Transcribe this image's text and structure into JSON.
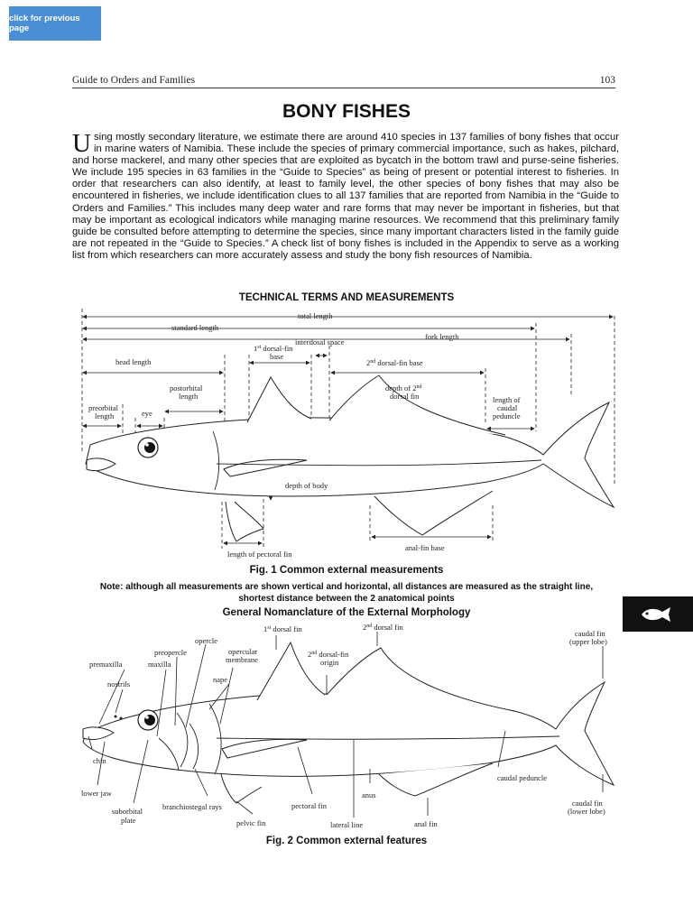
{
  "nav": {
    "previous_label": "click for previous page"
  },
  "running_head": {
    "title": "Guide to Orders and Families",
    "page_number": "103"
  },
  "title": "BONY FISHES",
  "intro": {
    "drop_cap": "U",
    "text": "sing mostly secondary literature, we estimate there are around 410 species in 137 families of bony fishes that occur in marine waters of Namibia. These include the species of primary commercial importance, such as hakes, pilchard, and horse mackerel, and many other species that are exploited as bycatch in the bottom trawl and purse-seine fisheries. We include 195 species in 63 families in the “Guide to Species” as being of present or potential interest to fisheries. In order that researchers can also identify, at least to family level, the other species of bony fishes that may also be encountered in fisheries, we include identification clues to all 137 families that are reported from Namibia in the “Guide to Orders and Families.” This includes many deep water and rare forms that may never be important in fisheries, but that may be important as ecological indicators while managing marine resources. We recommend that this preliminary family guide be consulted before attempting to determine the species, since many important characters listed in the family guide are not repeated in the “Guide to Species.” A check list of bony fishes is included in the Appendix to serve as a working list from which researchers can more accurately assess and study the bony fish resources of Namibia."
  },
  "section1": {
    "heading": "TECHNICAL TERMS AND MEASUREMENTS",
    "labels": {
      "total_length": "total length",
      "standard_length": "standard length",
      "fork_length": "fork length",
      "interdosal_space": "interdosal space",
      "first_dorsal_base": "1st dorsal-fin base",
      "head_length": "head length",
      "second_dorsal_base": "2nd dorsal-fin base",
      "postorbital_length": "postorbital length",
      "depth_second_dorsal": "depth of 2nd dorsal fin",
      "caudal_peduncle_length": "length of caudal peduncle",
      "preorbital_length": "preorbital length",
      "eye": "eye",
      "depth_of_body": "depth of body",
      "anal_fin_base": "anal-fin base",
      "pectoral_fin_length": "length of pectoral fin"
    },
    "caption": "Fig. 1  Common external measurements",
    "note": "Note:  although all measurements are shown vertical and horizontal, all distances are measured as the straight line, shortest distance between the 2 anatomical points"
  },
  "section2": {
    "heading": "General Nomanclature of the External Morphology",
    "labels": {
      "first_dorsal_fin": "1st dorsal fin",
      "second_dorsal_fin": "2nd dorsal fin",
      "caudal_fin_upper": "caudal fin (upper lobe)",
      "opercle": "opercle",
      "preopercle": "preopercle",
      "opercular_membrane": "opercular membrane",
      "second_dorsal_origin": "2nd dorsal-fin origin",
      "premaxilla": "premaxilla",
      "maxilla": "maxilla",
      "nape": "nape",
      "nostrils": "nostrils",
      "chin": "chin",
      "lower_jaw": "lower jaw",
      "caudal_peduncle": "caudal peduncle",
      "anus": "anus",
      "suborbital_plate": "suborbital plate",
      "branchiostegal_rays": "branchiostegal rays",
      "pectoral_fin": "pectoral fin",
      "caudal_fin_lower": "caudal fin (lower lobe)",
      "pelvic_fin": "pelvic fin",
      "lateral_line": "lateral line",
      "anal_fin": "anal fin"
    },
    "caption": "Fig. 2  Common external features"
  },
  "tab_marker": {
    "icon": "fish-icon",
    "color": "#111111"
  }
}
